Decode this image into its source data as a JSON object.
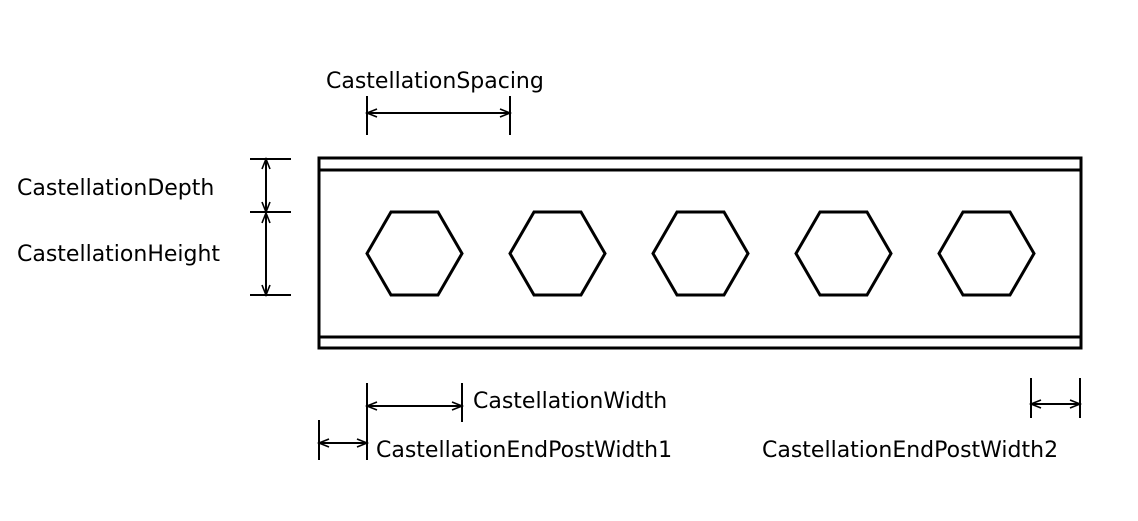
{
  "diagram": {
    "labels": {
      "spacing": "CastellationSpacing",
      "depth": "CastellationDepth",
      "height": "CastellationHeight",
      "width": "CastellationWidth",
      "end_post_1": "CastellationEndPostWidth1",
      "end_post_2": "CastellationEndPostWidth2"
    },
    "castellation_count": 5
  }
}
